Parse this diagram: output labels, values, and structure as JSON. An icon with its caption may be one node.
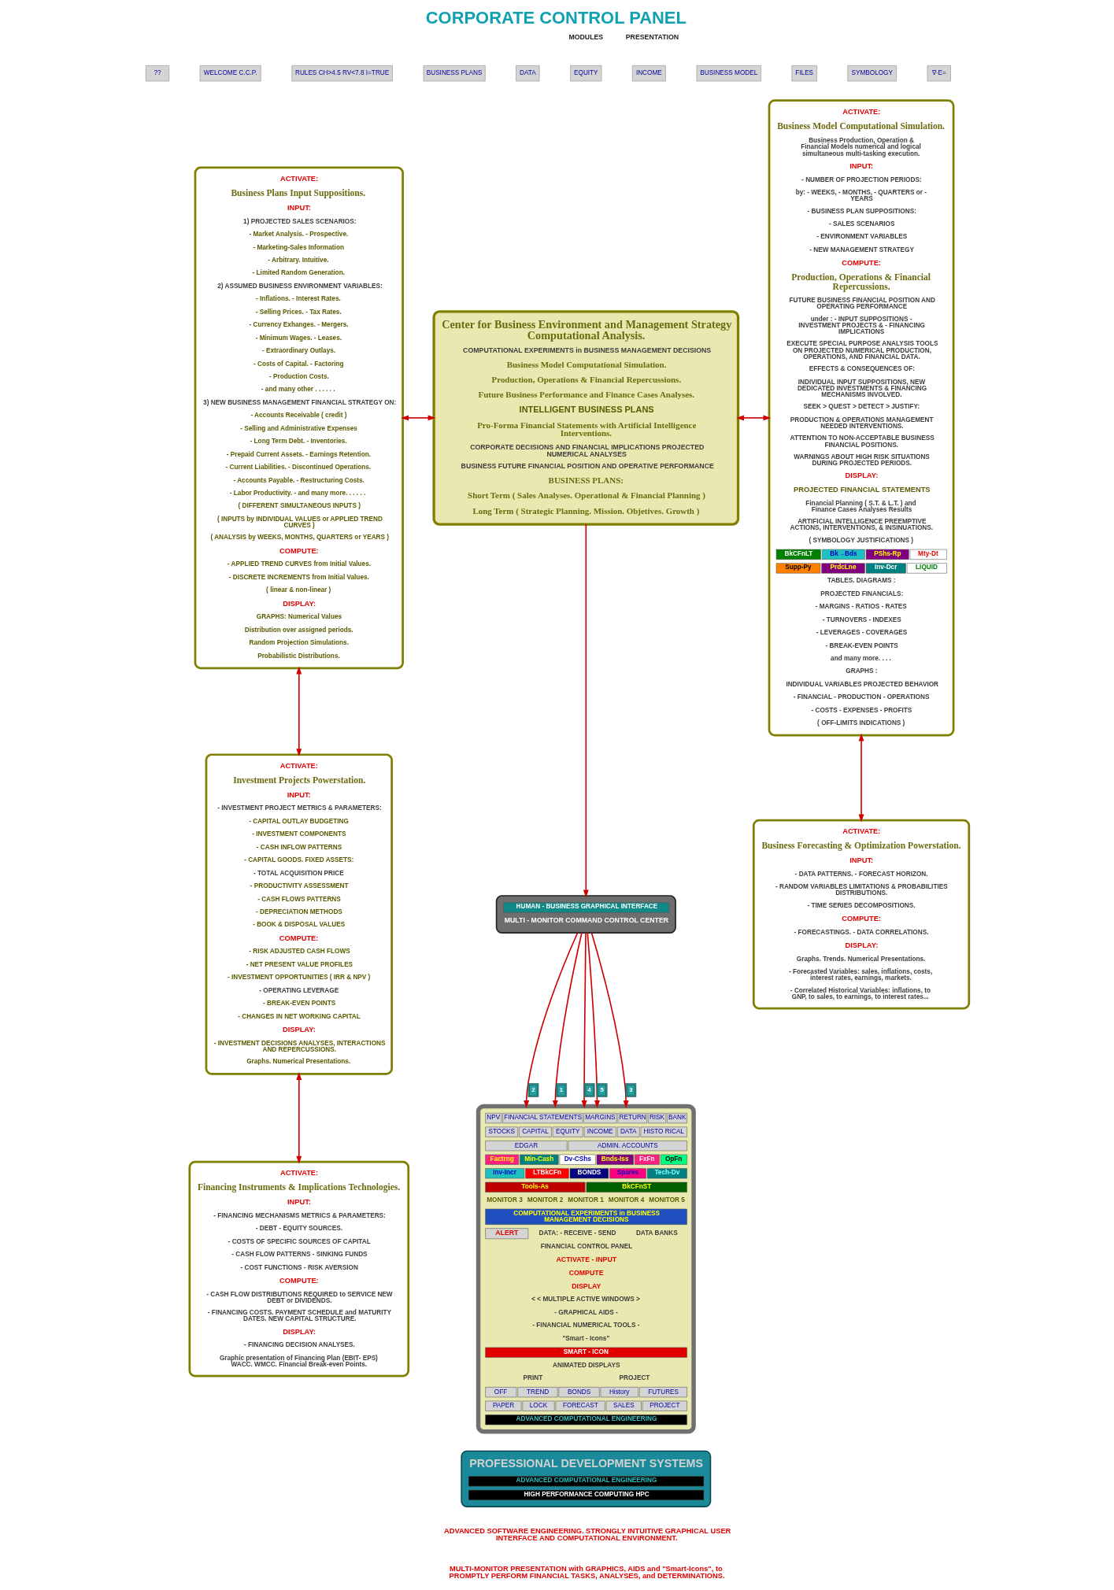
{
  "diagram": {
    "title": "CORPORATE CONTROL PANEL",
    "nodes": [
      {
        "text": [
          "Center for Business Environment and Management Strategy Computational Analysis.",
          "COMPUTATIONAL EXPERIMENTS in BUSINESS MANAGEMENT DECISIONS",
          "Business Model Computational Simulation.",
          "Production, Operations & Financial Repercussions.",
          "Future Business Performance and Finance Cases Analyses.",
          "INTELLIGENT BUSINESS PLANS",
          "Pro-Forma Financial Statements with Artificial Intelligence Interventions.",
          "CORPORATE DECISIONS AND FINANCIAL IMPLICATIONS PROJECTED NUMERICAL ANALYSES",
          "BUSINESS FUTURE FINANCIAL POSITION AND OPERATIVE PERFORMANCE",
          "BUSINESS PLANS:",
          "Short Term ( Sales Analyses. Operational & Financial Planning )",
          "Long Term ( Strategic Planning. Mission. Objetives. Growth )"
        ]
      },
      {
        "text": [
          "ACTIVATE:",
          "Business Plans Input Suppositions.",
          "INPUT:",
          "1) PROJECTED SALES SCENARIOS:",
          "- Market Analysis. - Prospective.",
          "- Marketing-Sales Information",
          "- Arbitrary. Intuitive.",
          "- Limited Random Generation.",
          "2) ASSUMED BUSINESS ENVIRONMENT VARIABLES:",
          "- Inflations. - Interest Rates.",
          "- Selling Prices. - Tax Rates.",
          "- Currency Exhanges. - Mergers.",
          "- Minimum Wages. - Leases.",
          "- Extraordinary Outlays.",
          "- Costs of Capital. - Factoring",
          "- Production Costs.",
          "- and many other . . . . . .",
          "3) NEW BUSINESS MANAGEMENT FINANCIAL STRATEGY ON:",
          "- Accounts Receivable ( credit )",
          "- Selling and Administrative Expenses",
          "- Long Term Debt. - Inventories.",
          "- Prepaid Current Assets. - Earnings Retention.",
          "- Current Liabilities. - Discontinued Operations.",
          "- Accounts Payable. - Restructuring Costs.",
          "- Labor Productivity. - and many more. . . . . .",
          "( DIFFERENT SIMULTANEOUS INPUTS )",
          "( INPUTS by INDIVIDUAL VALUES or APPLIED TREND CURVES )",
          "( ANALYSIS by WEEKS, MONTHS, QUARTERS or YEARS )",
          "COMPUTE:",
          "- APPLIED TREND CURVES from Initial Values.",
          "- DISCRETE INCREMENTS from Initial Values.",
          "( linear & non-linear )",
          "DISPLAY:",
          "GRAPHS: Numerical Values",
          "Distribution over assigned periods.",
          "Random Projection Simulations.",
          "Probabilistic Distributions."
        ]
      },
      {
        "text": [
          "ACTIVATE:",
          "Investment Projects Powerstation.",
          "INPUT:",
          "- INVESTMENT PROJECT METRICS & PARAMETERS:",
          "- CAPITAL OUTLAY BUDGETING",
          "- INVESTMENT COMPONENTS",
          "- CASH INFLOW PATTERNS",
          "- CAPITAL GOODS. FIXED ASSETS:",
          "- TOTAL ACQUISITION PRICE",
          "- PRODUCTIVITY ASSESSMENT",
          "- CASH FLOWS PATTERNS",
          "- DEPRECIATION METHODS",
          "- BOOK & DISPOSAL VALUES",
          "COMPUTE:",
          "- RISK ADJUSTED CASH FLOWS",
          "- NET PRESENT VALUE PROFILES",
          "- INVESTMENT OPPORTUNITIES ( IRR & NPV )",
          "- OPERATING LEVERAGE",
          "- BREAK-EVEN POINTS",
          "- CHANGES IN NET WORKING CAPITAL",
          "DISPLAY:",
          "- INVESTMENT DECISIONS ANALYSES, INTERACTIONS AND REPERCUSSIONS.",
          "Graphs. Numerical Presentations."
        ]
      },
      {
        "text": [
          "ACTIVATE:",
          "Financing Instruments & Implications Technologies.",
          "INPUT:",
          "- FINANCING MECHANISMS METRICS & PARAMETERS:",
          "- DEBT - EQUITY SOURCES.",
          "- COSTS OF SPECIFIC SOURCES OF CAPITAL",
          "- CASH FLOW PATTERNS - SINKING FUNDS",
          "- COST FUNCTIONS - RISK AVERSION",
          "COMPUTE:",
          "- CASH FLOW DISTRIBUTIONS REQUIRED to SERVICE NEW DEBT or DIVIDENDS.",
          "- FINANCING COSTS. PAYMENT SCHEDULE and MATURITY DATES. NEW CAPITAL STRUCTURE.",
          "DISPLAY:",
          "- FINANCING DECISION ANALYSES.",
          "Graphic presentation of Financing Plan (EBIT- EPS) WACC. WMCC. Financial Break-even Points."
        ]
      },
      {
        "text": [
          "ACTIVATE:",
          "Business Model Computational Simulation.",
          "Business Production, Operation & Financial Models numerical and logical simultaneous multi-tasking execution.",
          "INPUT:",
          "- NUMBER OF PROJECTION PERIODS:",
          "by: - WEEKS, - MONTHS, - QUARTERS or - YEARS",
          "- BUSINESS PLAN SUPPOSITIONS:",
          "- SALES SCENARIOS",
          "- ENVIRONMENT VARIABLES",
          "- NEW MANAGEMENT STRATEGY",
          "COMPUTE:",
          "Production, Operations & Financial Repercussions.",
          "FUTURE BUSINESS FINANCIAL POSITION AND OPERATING PERFORMANCE",
          "under : - INPUT SUPPOSITIONS - INVESTMENT PROJECTS & - FINANCING IMPLICATIONS",
          "EXECUTE SPECIAL PURPOSE ANALYSIS TOOLS ON PROJECTED NUMERICAL PRODUCTION, OPERATIONS, AND FINANCIAL DATA.",
          "EFFECTS & CONSEQUENCES OF:",
          "INDIVIDUAL INPUT SUPPOSITIONS, NEW DEDICATED INVESTMENTS & FINANCING MECHANISMS INVOLVED.",
          "SEEK > QUEST > DETECT > JUSTIFY:",
          "PRODUCTION & OPERATIONS MANAGEMENT NEEDED INTERVENTIONS.",
          "ATTENTION TO NON-ACCEPTABLE BUSINESS FINANCIAL POSITIONS.",
          "WARNINGS ABOUT HIGH RISK SITUATIONS DURING PROJECTED PERIODS.",
          "DISPLAY:",
          "PROJECTED FINANCIAL STATEMENTS",
          "Financial Planning ( S.T. & L.T. ) and Finance Cases Analyses Results",
          "ARTIFICIAL INTELLIGENCE PREEMPTIVE ACTIONS, INTERVENTIONS, & INSINUATIONS.",
          "( SYMBOLOGY JUSTIFICATIONS )",
          "BkCFnLT",
          "Bk→Bds",
          "PShs-Rp",
          "Mty-Dt",
          "Supp-Py",
          "PrdcLne",
          "Inv-Dcr",
          "LIQUID",
          "TABLES. DIAGRAMS :",
          "PROJECTED FINANCIALS:",
          "- MARGINS - RATIOS - RATES",
          "- TURNOVERS - INDEXES",
          "- LEVERAGES - COVERAGES",
          "- BREAK-EVEN POINTS",
          "and many more. . . .",
          "GRAPHS :",
          "INDIVIDUAL VARIABLES PROJECTED BEHAVIOR",
          "- FINANCIAL - PRODUCTION - OPERATIONS",
          "- COSTS - EXPENSES - PROFITS",
          "( OFF-LIMITS INDICATIONS )"
        ]
      },
      {
        "text": [
          "ACTIVATE:",
          "Business Forecasting & Optimization Powerstation.",
          "INPUT:",
          "- DATA PATTERNS. - FORECAST HORIZON.",
          "- RANDOM VARIABLES LIMITATIONS & PROBABILITIES DISTRIBUTIONS.",
          "- TIME SERIES DECOMPOSITIONS.",
          "COMPUTE:",
          "- FORECASTINGS. - DATA CORRELATIONS.",
          "DISPLAY:",
          "Graphs. Trends. Numerical Presentations.",
          "- Forecasted Variables: sales, inflations, costs, interest rates, earnings, markets.",
          "- Correlated Historical Variables: inflations, to GNP, to sales, to earnings, to interest rates..."
        ]
      },
      {
        "text": [
          "HUMAN - BUSINESS GRAPHICAL INTERFACE",
          "MULTI - MONITOR COMMAND CONTROL CENTER"
        ]
      },
      {
        "text": [
          "NPV",
          "FINANCIAL STATEMENTS",
          "MARGINS",
          "RETURN",
          "RISK",
          "BANK",
          "STOCKS",
          "CAPITAL",
          "EQUITY",
          "INCOME",
          "DATA",
          "HISTO RICAL",
          "EDGAR",
          "ADMIN. ACCOUNTS",
          "Factrng",
          "Min-Cash",
          "Dv-CShs",
          "Bnds-Iss",
          "FxFn",
          "OpFn",
          "Inv-Incr",
          "LTBkCFn",
          "BONDS",
          "Spares",
          "Tech-Dv",
          "Tools-As",
          "BkCFnST",
          "MONITOR 3",
          "MONITOR 2",
          "MONITOR 1",
          "MONITOR 4",
          "MONITOR 5",
          "COMPUTATIONAL EXPERIMENTS in BUSINESS MANAGEMENT DECISIONS",
          "ALERT",
          "DATA: - RECEIVE - SEND",
          "DATA BANKS",
          "FINANCIAL CONTROL PANEL",
          "ACTIVATE - INPUT",
          "COMPUTE",
          "DISPLAY",
          "< < MULTIPLE ACTIVE WINDOWS >",
          "- GRAPHICAL AIDS -",
          "- FINANCIAL NUMERICAL TOOLS -",
          "\"Smart - Icons\"",
          "SMART - ICON",
          "ANIMATED DISPLAYS",
          "PRINT",
          "PROJECT",
          "OFF",
          "TREND",
          "BONDS",
          "History",
          "FUTURES",
          "PAPER",
          "LOCK",
          "FORECAST",
          "SALES",
          "PROJECT",
          "ADVANCED COMPUTATIONAL ENGINEERING"
        ]
      },
      {
        "text": [
          "PROFESSIONAL DEVELOPMENT SYSTEMS",
          "ADVANCED COMPUTATIONAL ENGINEERING",
          "HIGH PERFORMANCE COMPUTING HPC"
        ]
      }
    ],
    "edges": [
      {
        "from": 1,
        "to": 0,
        "arrow": "both"
      },
      {
        "from": 0,
        "to": 4,
        "arrow": "both"
      },
      {
        "from": 1,
        "to": 2,
        "arrow": "both"
      },
      {
        "from": 2,
        "to": 3,
        "arrow": "both"
      },
      {
        "from": 4,
        "to": 5,
        "arrow": "both"
      },
      {
        "from": 0,
        "to": 6,
        "arrow": "to"
      },
      {
        "from": 6,
        "to": 7,
        "arrow": "to",
        "label": "3"
      },
      {
        "from": 6,
        "to": 7,
        "arrow": "to",
        "label": "2"
      },
      {
        "from": 6,
        "to": 7,
        "arrow": "to",
        "label": "1"
      },
      {
        "from": 6,
        "to": 7,
        "arrow": "to",
        "label": "4"
      },
      {
        "from": 6,
        "to": 7,
        "arrow": "to",
        "label": "5"
      }
    ],
    "labels": [
      "MODULES",
      "PRESENTATION",
      "??",
      "WELCOME C.C.P.",
      "RULES CH>4.5 RV<7.8 I=TRUE",
      "BUSINESS PLANS",
      "DATA",
      "EQUITY",
      "INCOME",
      "BUSINESS MODEL",
      "FILES",
      "SYMBOLOGY",
      "∇·E=",
      "ADVANCED SOFTWARE ENGINEERING. STRONGLY INTUITIVE GRAPHICAL USER INTERFACE AND COMPUTATIONAL ENVIRONMENT.",
      "MULTI-MONITOR PRESENTATION with GRAPHICS, AIDS and \"Smart-Icons\", to PROMPTLY PERFORM FINANCIAL TASKS, ANALYSES, and DETERMINATIONS."
    ]
  }
}
